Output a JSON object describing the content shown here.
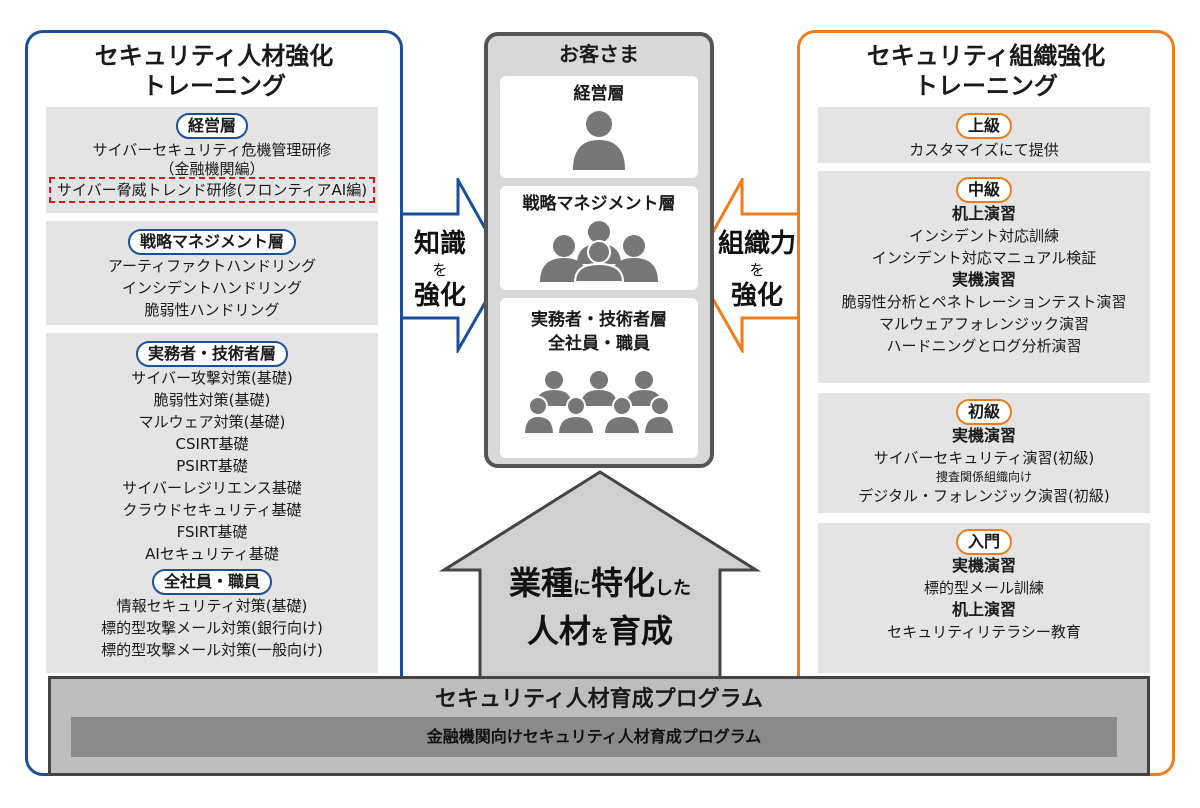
{
  "left_panel": {
    "title_1": "セキュリティ人材強化",
    "title_2": "トレーニング",
    "sections": [
      {
        "label": "経営層",
        "lines": [
          "サイバーセキュリティ危機管理研修",
          "（金融機関編）"
        ],
        "highlight": "サイバー脅威トレンド研修(フロンティアAI編)"
      },
      {
        "label": "戦略マネジメント層",
        "lines": [
          "アーティファクトハンドリング",
          "インシデントハンドリング",
          "脆弱性ハンドリング"
        ]
      },
      {
        "label": "実務者・技術者層",
        "lines": [
          "サイバー攻撃対策(基礎)",
          "脆弱性対策(基礎)",
          "マルウェア対策(基礎)",
          "CSIRT基礎",
          "PSIRT基礎",
          "サイバーレジリエンス基礎",
          "クラウドセキュリティ基礎",
          "FSIRT基礎",
          "AIセキュリティ基礎"
        ]
      },
      {
        "label": "全社員・職員",
        "lines": [
          "情報セキュリティ対策(基礎)",
          "標的型攻撃メール対策(銀行向け)",
          "標的型攻撃メール対策(一般向け)"
        ]
      }
    ]
  },
  "right_panel": {
    "title_1": "セキュリティ組織強化",
    "title_2": "トレーニング",
    "sections": [
      {
        "label": "上級",
        "lines": [
          {
            "t": "カスタマイズにて提供",
            "s": "n"
          }
        ]
      },
      {
        "label": "中級",
        "lines": [
          {
            "t": "机上演習",
            "s": "b"
          },
          {
            "t": "インシデント対応訓練",
            "s": "n"
          },
          {
            "t": "インシデント対応マニュアル検証",
            "s": "n"
          },
          {
            "t": "実機演習",
            "s": "b"
          },
          {
            "t": "脆弱性分析とペネトレーションテスト演習",
            "s": "n"
          },
          {
            "t": "マルウェアフォレンジック演習",
            "s": "n"
          },
          {
            "t": "ハードニングとログ分析演習",
            "s": "n"
          }
        ]
      },
      {
        "label": "初級",
        "lines": [
          {
            "t": "実機演習",
            "s": "b"
          },
          {
            "t": "サイバーセキュリティ演習(初級)",
            "s": "n"
          },
          {
            "t": "捜査関係組織向け",
            "s": "s"
          },
          {
            "t": "デジタル・フォレンジック演習(初級)",
            "s": "n"
          }
        ]
      },
      {
        "label": "入門",
        "lines": [
          {
            "t": "実機演習",
            "s": "b"
          },
          {
            "t": "標的型メール訓練",
            "s": "n"
          },
          {
            "t": "机上演習",
            "s": "b"
          },
          {
            "t": "セキュリティリテラシー教育",
            "s": "n"
          }
        ]
      }
    ]
  },
  "customers": {
    "title": "お客さま",
    "tiers": [
      "経営層",
      "戦略マネジメント層",
      "実務者・技術者層",
      "全社員・職員"
    ]
  },
  "left_arrow": {
    "line1": "知識",
    "line2": "を",
    "line3": "強化"
  },
  "right_arrow": {
    "line1": "組織力",
    "line2": "を",
    "line3": "強化"
  },
  "center_arrow": {
    "p1": "業種",
    "p2": "に",
    "p3": "特化",
    "p4": "した",
    "p5": "人材",
    "p6": "を",
    "p7": "育成"
  },
  "program": {
    "title": "セキュリティ人材育成プログラム",
    "subtitle": "金融機関向けセキュリティ人材育成プログラム"
  },
  "colors": {
    "left_accent": "#1b4f9c",
    "right_accent": "#f07d1a",
    "highlight": "#d9141a",
    "person": "#777777"
  }
}
